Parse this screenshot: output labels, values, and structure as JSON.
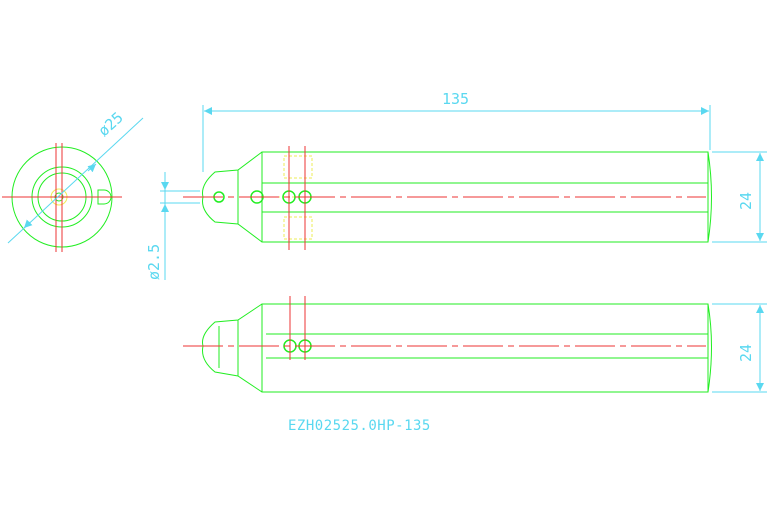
{
  "drawing": {
    "part_number": "EZH02525.0HP-135",
    "dimensions": {
      "overall_length": "135",
      "diameter_outer": "ø25",
      "diameter_hole": "ø2.5",
      "height_top_view": "24",
      "height_bottom_view": "24"
    },
    "colors": {
      "background": "#ffffff",
      "outline": "#22ee22",
      "centerline": "#ee3333",
      "dimension": "#5ad8f0",
      "hidden": "#eeee55"
    }
  }
}
